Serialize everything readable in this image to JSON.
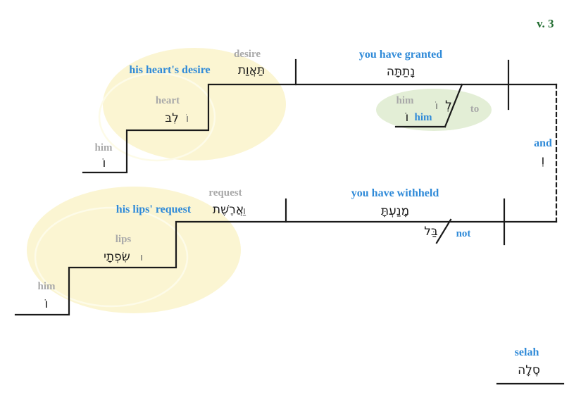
{
  "page": {
    "verse_reference": "v. 3",
    "background_color": "#ffffff",
    "colors": {
      "verse_ref_green": "#1f6b2e",
      "gloss_blue": "#2f8ad8",
      "gloss_gray": "#a9a9a9",
      "hebrew_black": "#1a1a1a",
      "ellipse_yellow": "#fbf5d2",
      "ellipse_green": "#e3eed6",
      "line_black": "#1a1a1a"
    }
  },
  "clause_one": {
    "subject_phrase": {
      "phrase_gloss": "his heart's desire",
      "head": {
        "gloss": "desire",
        "hebrew": "תַּאֲוַת"
      },
      "level2": {
        "gloss": "heart",
        "hebrew": "לִבּ",
        "suffix_hebrew": "וֹ"
      },
      "level3": {
        "gloss": "him",
        "hebrew": "וֹ"
      }
    },
    "predicate": {
      "gloss": "you have granted",
      "hebrew": "נָתַתָּה"
    },
    "indirect_object": {
      "preposition": {
        "gloss": "to",
        "hebrew": "לְ"
      },
      "object_gloss_top": "him",
      "object_gloss_bottom": "him",
      "object_hebrew_top": "וֹ",
      "object_hebrew_bottom": "וֹ"
    }
  },
  "conjunction": {
    "gloss": "and",
    "hebrew": "וְ"
  },
  "clause_two": {
    "subject_phrase": {
      "phrase_gloss": "his lips' request",
      "head": {
        "gloss": "request",
        "hebrew": "אֲרֶשֶׁת",
        "prefix_hebrew": "וַ"
      },
      "level2": {
        "gloss": "lips",
        "hebrew": "שִׂפְתָי",
        "suffix_hebrew": "ו"
      },
      "level3": {
        "gloss": "him",
        "hebrew": "וֹ"
      }
    },
    "predicate": {
      "gloss": "you have withheld",
      "hebrew": "מָנַעְתָּ"
    },
    "negation": {
      "gloss": "not",
      "hebrew": "בַּל"
    }
  },
  "footer": {
    "gloss": "selah",
    "hebrew": "סֶלָה"
  }
}
